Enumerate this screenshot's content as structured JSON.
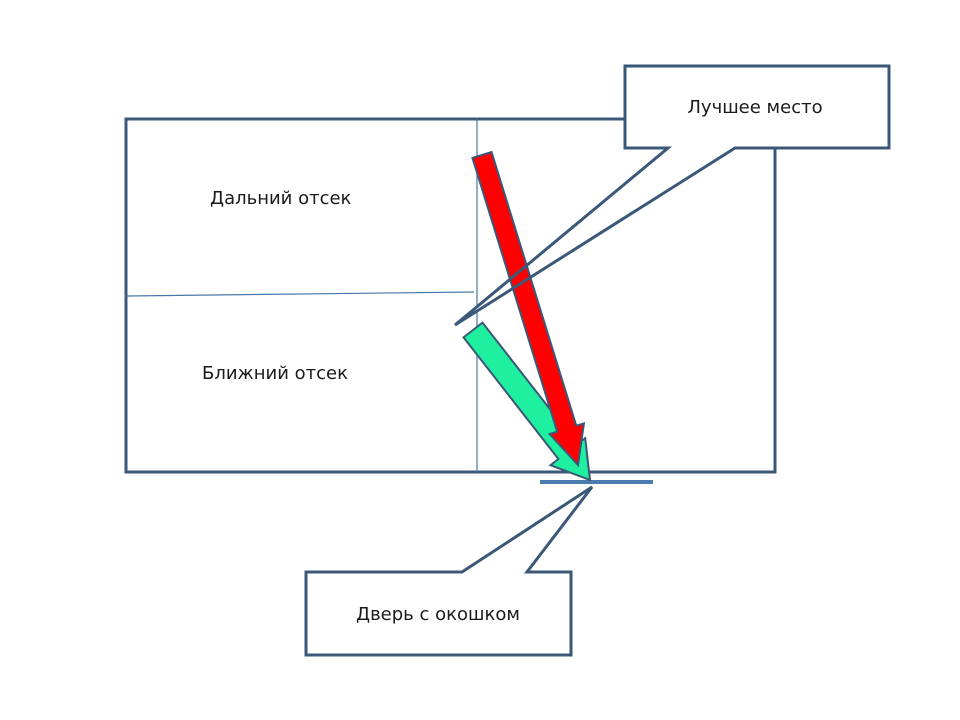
{
  "labels": {
    "far_compartment": "Дальний отсек",
    "near_compartment": "Ближний отсек",
    "best_place": "Лучшее место",
    "door_with_window": "Дверь с окошком"
  },
  "colors": {
    "outline": "#3b5878",
    "divider": "#4a77a8",
    "door": "#4a7ab0",
    "red_arrow": "#ff0000",
    "green_arrow": "#1ef0a0"
  }
}
